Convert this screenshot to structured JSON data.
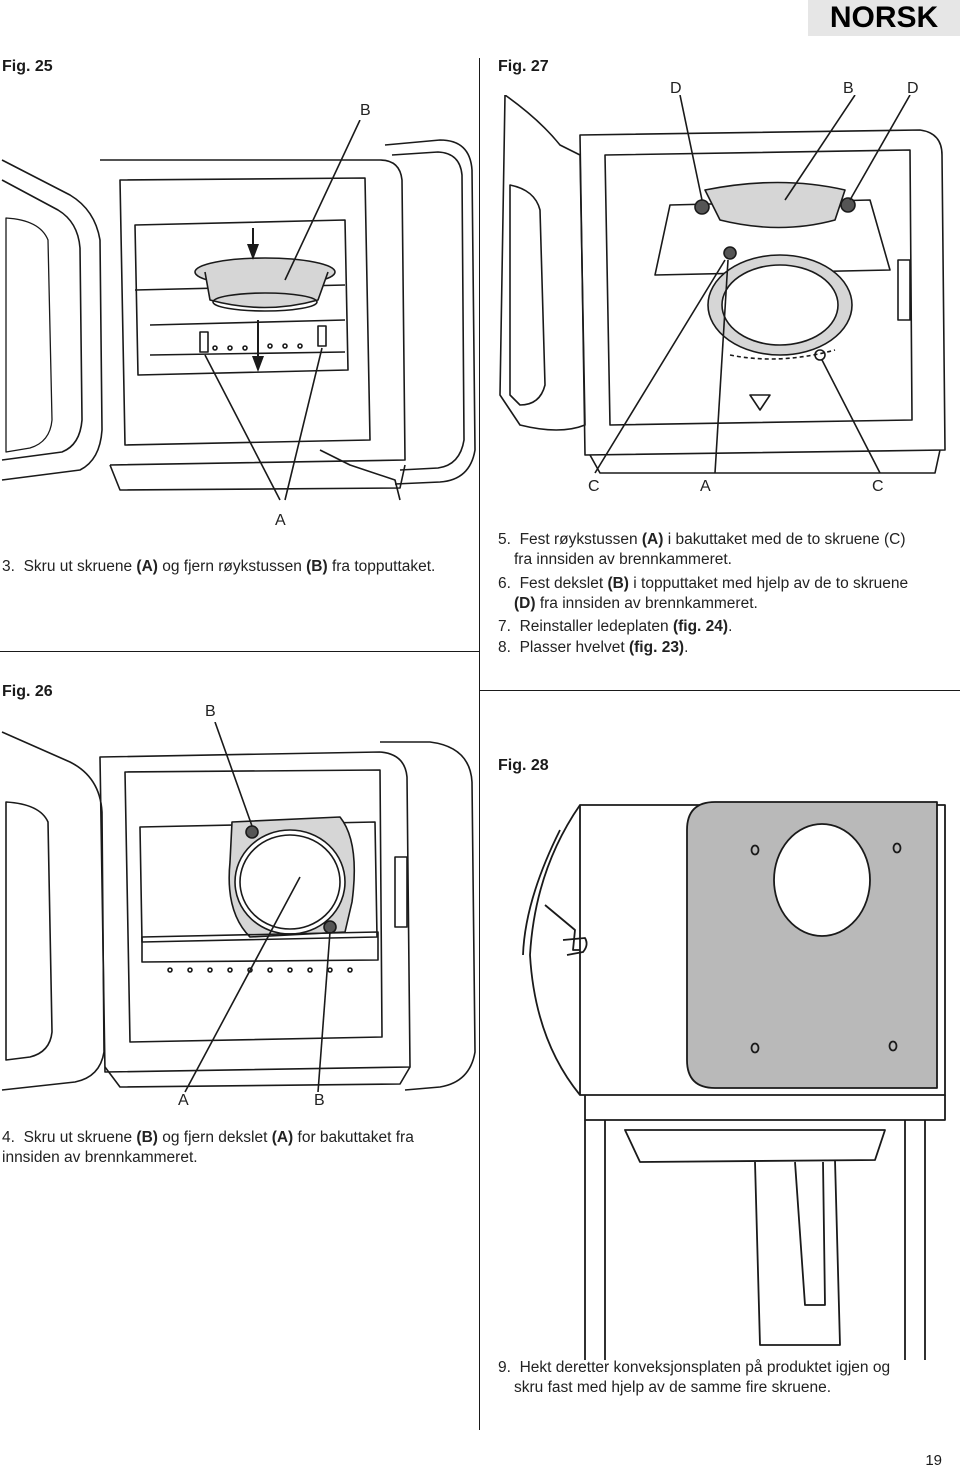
{
  "header": {
    "language": "NORSK"
  },
  "fig25": {
    "label": "Fig. 25",
    "callout_top": "B",
    "callout_bottom": "A",
    "step": {
      "num": "3.",
      "t1": "Skru ut skruene ",
      "b1": "(A)",
      "t2": " og fjern røykstussen ",
      "b2": "(B)",
      "t3": " fra topputtaket."
    }
  },
  "fig27": {
    "label": "Fig. 27",
    "callout_d1": "D",
    "callout_b": "B",
    "callout_d2": "D",
    "callout_c1": "C",
    "callout_a": "A",
    "callout_c2": "C",
    "steps": [
      {
        "num": "5.",
        "t1": "Fest røykstussen ",
        "b1": "(A)",
        "t2": " i bakuttaket med de to skruene (C)",
        "t3": "fra innsiden av brennkammeret."
      },
      {
        "num": "6.",
        "t1": "Fest dekslet ",
        "b1": "(B)",
        "t2": " i topputtaket med hjelp av de to skruene",
        "b2": "(D)",
        "t3": " fra innsiden av brennkammeret."
      },
      {
        "num": "7.",
        "t1": "Reinstaller ledeplaten ",
        "b1": "(fig. 24)",
        "t2": "."
      },
      {
        "num": "8.",
        "t1": "Plasser hvelvet ",
        "b1": "(fig. 23)",
        "t2": "."
      }
    ]
  },
  "fig26": {
    "label": "Fig. 26",
    "callout_top": "B",
    "callout_a": "A",
    "callout_b": "B",
    "step": {
      "num": "4.",
      "t1": "Skru ut skruene ",
      "b1": "(B)",
      "t2": " og fjern dekslet ",
      "b2": "(A)",
      "t3": " for bakuttaket fra",
      "t4": "innsiden av brennkammeret."
    }
  },
  "fig28": {
    "label": "Fig. 28",
    "step": {
      "num": "9.",
      "t1": "Hekt deretter konveksjonsplaten på produktet igjen og",
      "t2": "skru fast  med hjelp av de samme fire skruene."
    }
  },
  "footer": {
    "page_number": "19"
  }
}
